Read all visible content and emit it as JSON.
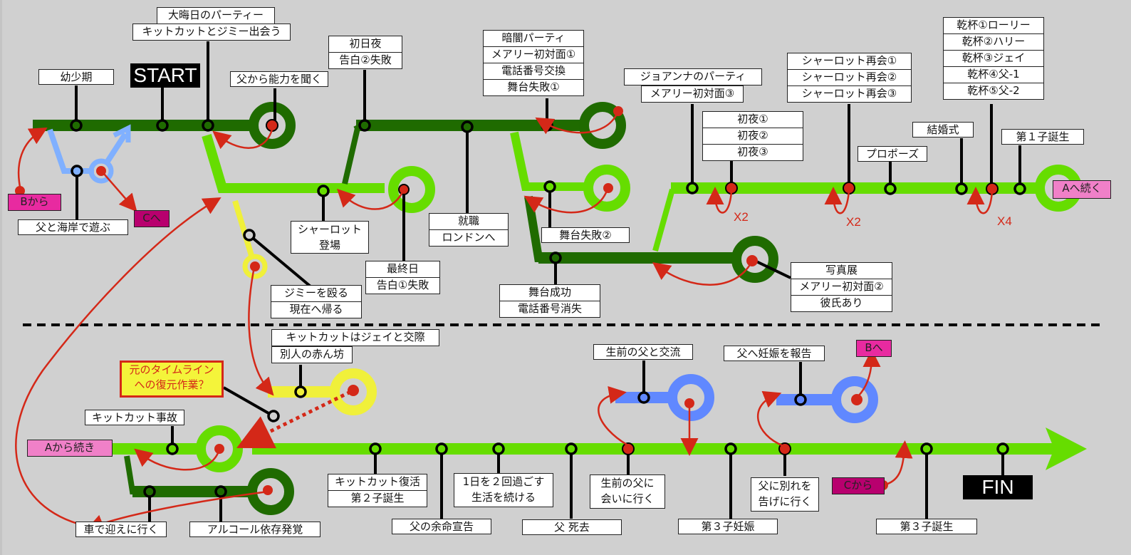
{
  "colors": {
    "background": "#d0d0d0",
    "dark_green": "#1f6b00",
    "light_green": "#66dd00",
    "yellow": "#f0f03a",
    "light_blue": "#80b0ff",
    "blue": "#6088ff",
    "red": "#d42818",
    "pink_a": "#f080c8",
    "pink_b": "#e82aa0",
    "magenta_c": "#b8006e"
  },
  "markers": {
    "start": "START",
    "fin": "FIN"
  },
  "connectors": {
    "from_b": "Bから",
    "to_c": "Cへ",
    "to_a": "Aへ続く",
    "from_a": "Aから続き",
    "to_b": "Bへ",
    "from_c": "Cから"
  },
  "repeat_counts": [
    "X2",
    "X2",
    "X4"
  ],
  "top_row": {
    "childhood": "幼少期",
    "new_years_party": [
      "大晦日のパーティー",
      "キットカットとジミー出会う"
    ],
    "hear_from_father": "父から能力を聞く",
    "play_beach": "父と海岸で遊ぶ",
    "first_night": [
      "初日夜",
      "告白②失敗"
    ],
    "charlotte_appears": [
      "シャーロット",
      "登場"
    ],
    "last_day": [
      "最終日",
      "告白①失敗"
    ],
    "punch_jimmy": [
      "ジミーを殴る",
      "現在へ帰る"
    ],
    "dark_party": [
      "暗闇パーティ",
      "メアリー初対面①",
      "電話番号交換",
      "舞台失敗①"
    ],
    "job": [
      "就職",
      "ロンドンへ"
    ],
    "stage_fail_2": "舞台失敗②",
    "stage_success": [
      "舞台成功",
      "電話番号消失"
    ],
    "joanna_party": [
      "ジョアンナのパーティ",
      "メアリー初対面③"
    ],
    "photo_exhibit": [
      "写真展",
      "メアリー初対面②",
      "彼氏あり"
    ],
    "first_nights": [
      "初夜①",
      "初夜②",
      "初夜③"
    ],
    "charlotte_reunion": [
      "シャーロット再会①",
      "シャーロット再会②",
      "シャーロット再会③"
    ],
    "proposal": "プロポーズ",
    "wedding": "結婚式",
    "toasts": [
      "乾杯①ローリー",
      "乾杯②ハリー",
      "乾杯③ジェイ",
      "乾杯④父-1",
      "乾杯⑤父-2"
    ],
    "first_child": "第１子誕生"
  },
  "bottom_row": {
    "kitkat_jay": [
      "キットカットはジェイと交際",
      "別人の赤ん坊"
    ],
    "restore_note": [
      "元のタイムライン",
      "への復元作業？"
    ],
    "kitkat_accident": "キットカット事故",
    "pick_up_car": "車で迎えに行く",
    "alcohol": "アルコール依存発覚",
    "kitkat_revival": [
      "キットカット復活",
      "第２子誕生"
    ],
    "father_terminal": "父の余命宣告",
    "live_twice": [
      "1日を２回過ごす",
      "生活を続ける"
    ],
    "father_death": "父 死去",
    "meet_living_father": [
      "生前の父に",
      "会いに行く"
    ],
    "interact_father": "生前の父と交流",
    "third_pregnancy": "第３子妊娠",
    "report_pregnancy": "父へ妊娠を報告",
    "farewell_father": [
      "父に別れを",
      "告げに行く"
    ],
    "third_child": "第３子誕生"
  }
}
